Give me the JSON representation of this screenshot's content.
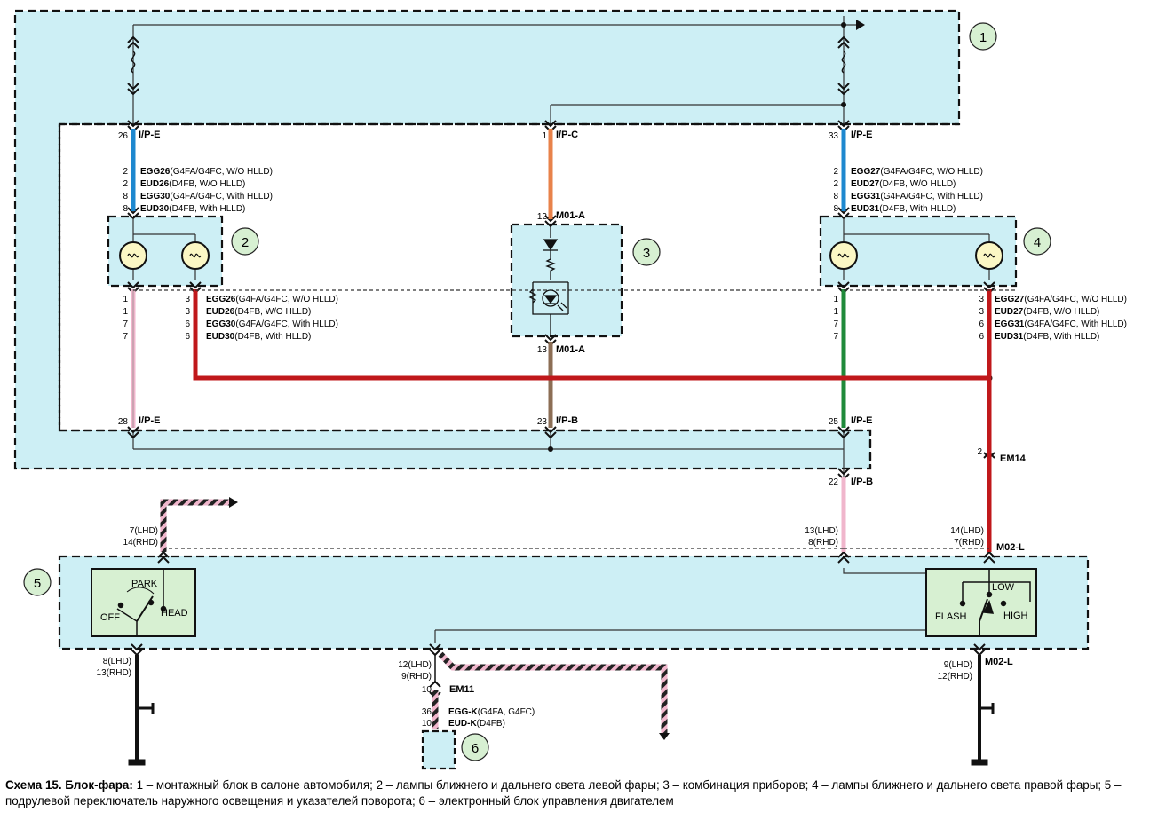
{
  "callouts": [
    "1",
    "2",
    "3",
    "4",
    "5",
    "6"
  ],
  "connectors": {
    "ipe_top_left": "I/P-E",
    "ipc_top": "I/P-C",
    "ipe_top_right": "I/P-E",
    "ipe_bottom_left": "I/P-E",
    "ipb_mid": "I/P-B",
    "ipe_bottom_right": "I/P-E",
    "ipb_bottom": "I/P-B",
    "m01a_top": "M01-A",
    "m01a_bottom": "M01-A",
    "em14": "EM14",
    "m02l_top": "M02-L",
    "m02l_bottom": "M02-L",
    "em11": "EM11"
  },
  "pins": {
    "p26": "26",
    "p1": "1",
    "p33": "33",
    "p12": "12",
    "p13": "13",
    "p28": "28",
    "p23": "23",
    "p25": "25",
    "p22": "22",
    "p2": "2",
    "p10": "10",
    "p36": "36",
    "p10b": "10",
    "lhd7": "7(LHD)",
    "rhd14": "14(RHD)",
    "lhd8": "8(LHD)",
    "rhd13": "13(RHD)",
    "lhd13": "13(LHD)",
    "rhd8": "8(RHD)",
    "lhd14": "14(LHD)",
    "rhd7": "7(RHD)",
    "lhd12": "12(LHD)",
    "rhd9": "9(RHD)",
    "lhd9": "9(LHD)",
    "rhd12": "12(RHD)"
  },
  "wire_groups": {
    "left_top": [
      {
        "pin": "2",
        "code": "EGG26",
        "note": "(G4FA/G4FC, W/O HLLD)"
      },
      {
        "pin": "2",
        "code": "EUD26",
        "note": "(D4FB, W/O HLLD)"
      },
      {
        "pin": "8",
        "code": "EGG30",
        "note": "(G4FA/G4FC, With HLLD)"
      },
      {
        "pin": "8",
        "code": "EUD30",
        "note": "(D4FB, With HLLD)"
      }
    ],
    "right_top": [
      {
        "pin": "2",
        "code": "EGG27",
        "note": "(G4FA/G4FC, W/O HLLD)"
      },
      {
        "pin": "2",
        "code": "EUD27",
        "note": "(D4FB, W/O HLLD)"
      },
      {
        "pin": "8",
        "code": "EGG31",
        "note": "(G4FA/G4FC, With HLLD)"
      },
      {
        "pin": "8",
        "code": "EUD31",
        "note": "(D4FB, With HLLD)"
      }
    ],
    "left_bottom": [
      {
        "pin": "3",
        "code": "EGG26",
        "note": "(G4FA/G4FC, W/O HLLD)"
      },
      {
        "pin": "3",
        "code": "EUD26",
        "note": "(D4FB, W/O HLLD)"
      },
      {
        "pin": "6",
        "code": "EGG30",
        "note": "(G4FA/G4FC, With HLLD)"
      },
      {
        "pin": "6",
        "code": "EUD30",
        "note": "(D4FB, With HLLD)"
      }
    ],
    "right_bottom": [
      {
        "pin": "3",
        "code": "EGG27",
        "note": "(G4FA/G4FC, W/O HLLD)"
      },
      {
        "pin": "3",
        "code": "EUD27",
        "note": "(D4FB, W/O HLLD)"
      },
      {
        "pin": "6",
        "code": "EGG31",
        "note": "(G4FA/G4FC, With HLLD)"
      },
      {
        "pin": "6",
        "code": "EUD31",
        "note": "(D4FB, With HLLD)"
      }
    ],
    "left_pins": [
      "1",
      "1",
      "7",
      "7"
    ],
    "right_pins": [
      "1",
      "1",
      "7",
      "7"
    ],
    "ecu": [
      {
        "code": "EGG-K",
        "note": "(G4FA, G4FC)"
      },
      {
        "code": "EUD-K",
        "note": "(D4FB)"
      }
    ]
  },
  "switch": {
    "park": "PARK",
    "off": "OFF",
    "head": "HEAD",
    "low": "LOW",
    "flash": "FLASH",
    "high": "HIGH"
  },
  "colors": {
    "panel": "#cdeff5",
    "blue_wire": "#1e88cf",
    "orange_wire": "#e8824a",
    "red_wire": "#c0181b",
    "pink_wire": "#f0b6cc",
    "brown_wire": "#8c6e55",
    "green_wire": "#1f8a3a",
    "switch_box": "#d7f0d2"
  },
  "caption": {
    "title": "Схема 15. Блок-фара:",
    "body": " 1 – монтажный блок в салоне автомобиля; 2 – лампы ближнего и дальнего света левой фары; 3 – комбинация приборов; 4 – лампы ближнего и дальнего света правой фары; 5 – подрулевой переключатель наружного освещения и указателей поворота; 6 – электронный блок управления двигателем"
  }
}
